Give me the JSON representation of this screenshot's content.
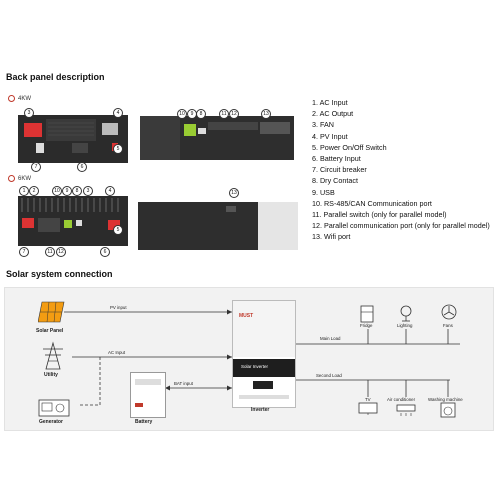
{
  "back_panel": {
    "title": "Back panel description",
    "kw4_label": "4KW",
    "kw6_label": "6KW",
    "callouts_4kw_left": [
      "3",
      "4",
      "7",
      "6",
      "5"
    ],
    "callouts_4kw_right": [
      "10",
      "9",
      "8",
      "11",
      "12",
      "13"
    ],
    "callouts_6kw_left": [
      "1",
      "2",
      "10",
      "9",
      "8",
      "3",
      "4",
      "5",
      "7",
      "11",
      "12",
      "6"
    ],
    "callouts_6kw_right": [
      "13"
    ],
    "legend": [
      "1.  AC Input",
      "2.  AC Output",
      "3.  FAN",
      "4.  PV Input",
      "5.  Power On/Off Switch",
      "6.  Battery Input",
      "7.  Circuit breaker",
      "8.  Dry Contact",
      "9.  USB",
      "10. RS-485/CAN Communication port",
      "11. Parallel switch (only for parallel model)",
      "12. Parallel communication port (only for parallel model)",
      "13. Wifi port"
    ]
  },
  "solar": {
    "title": "Solar system connection",
    "solar_panel": "Solar Panel",
    "utility": "Utility",
    "generator": "Generator",
    "battery": "Battery",
    "inverter": "Inverter",
    "pv_input": "PV input",
    "ac_input": "AC Input",
    "bat_input": "BAT input",
    "main_load": "Main Load",
    "second_load": "Second Load",
    "brand": "MUST",
    "inverter_text": "Solar Inverter",
    "loads_main": [
      "Fridge",
      "Lighting",
      "Fans"
    ],
    "loads_second": [
      "TV",
      "Air conditioner",
      "Washing machine"
    ]
  }
}
